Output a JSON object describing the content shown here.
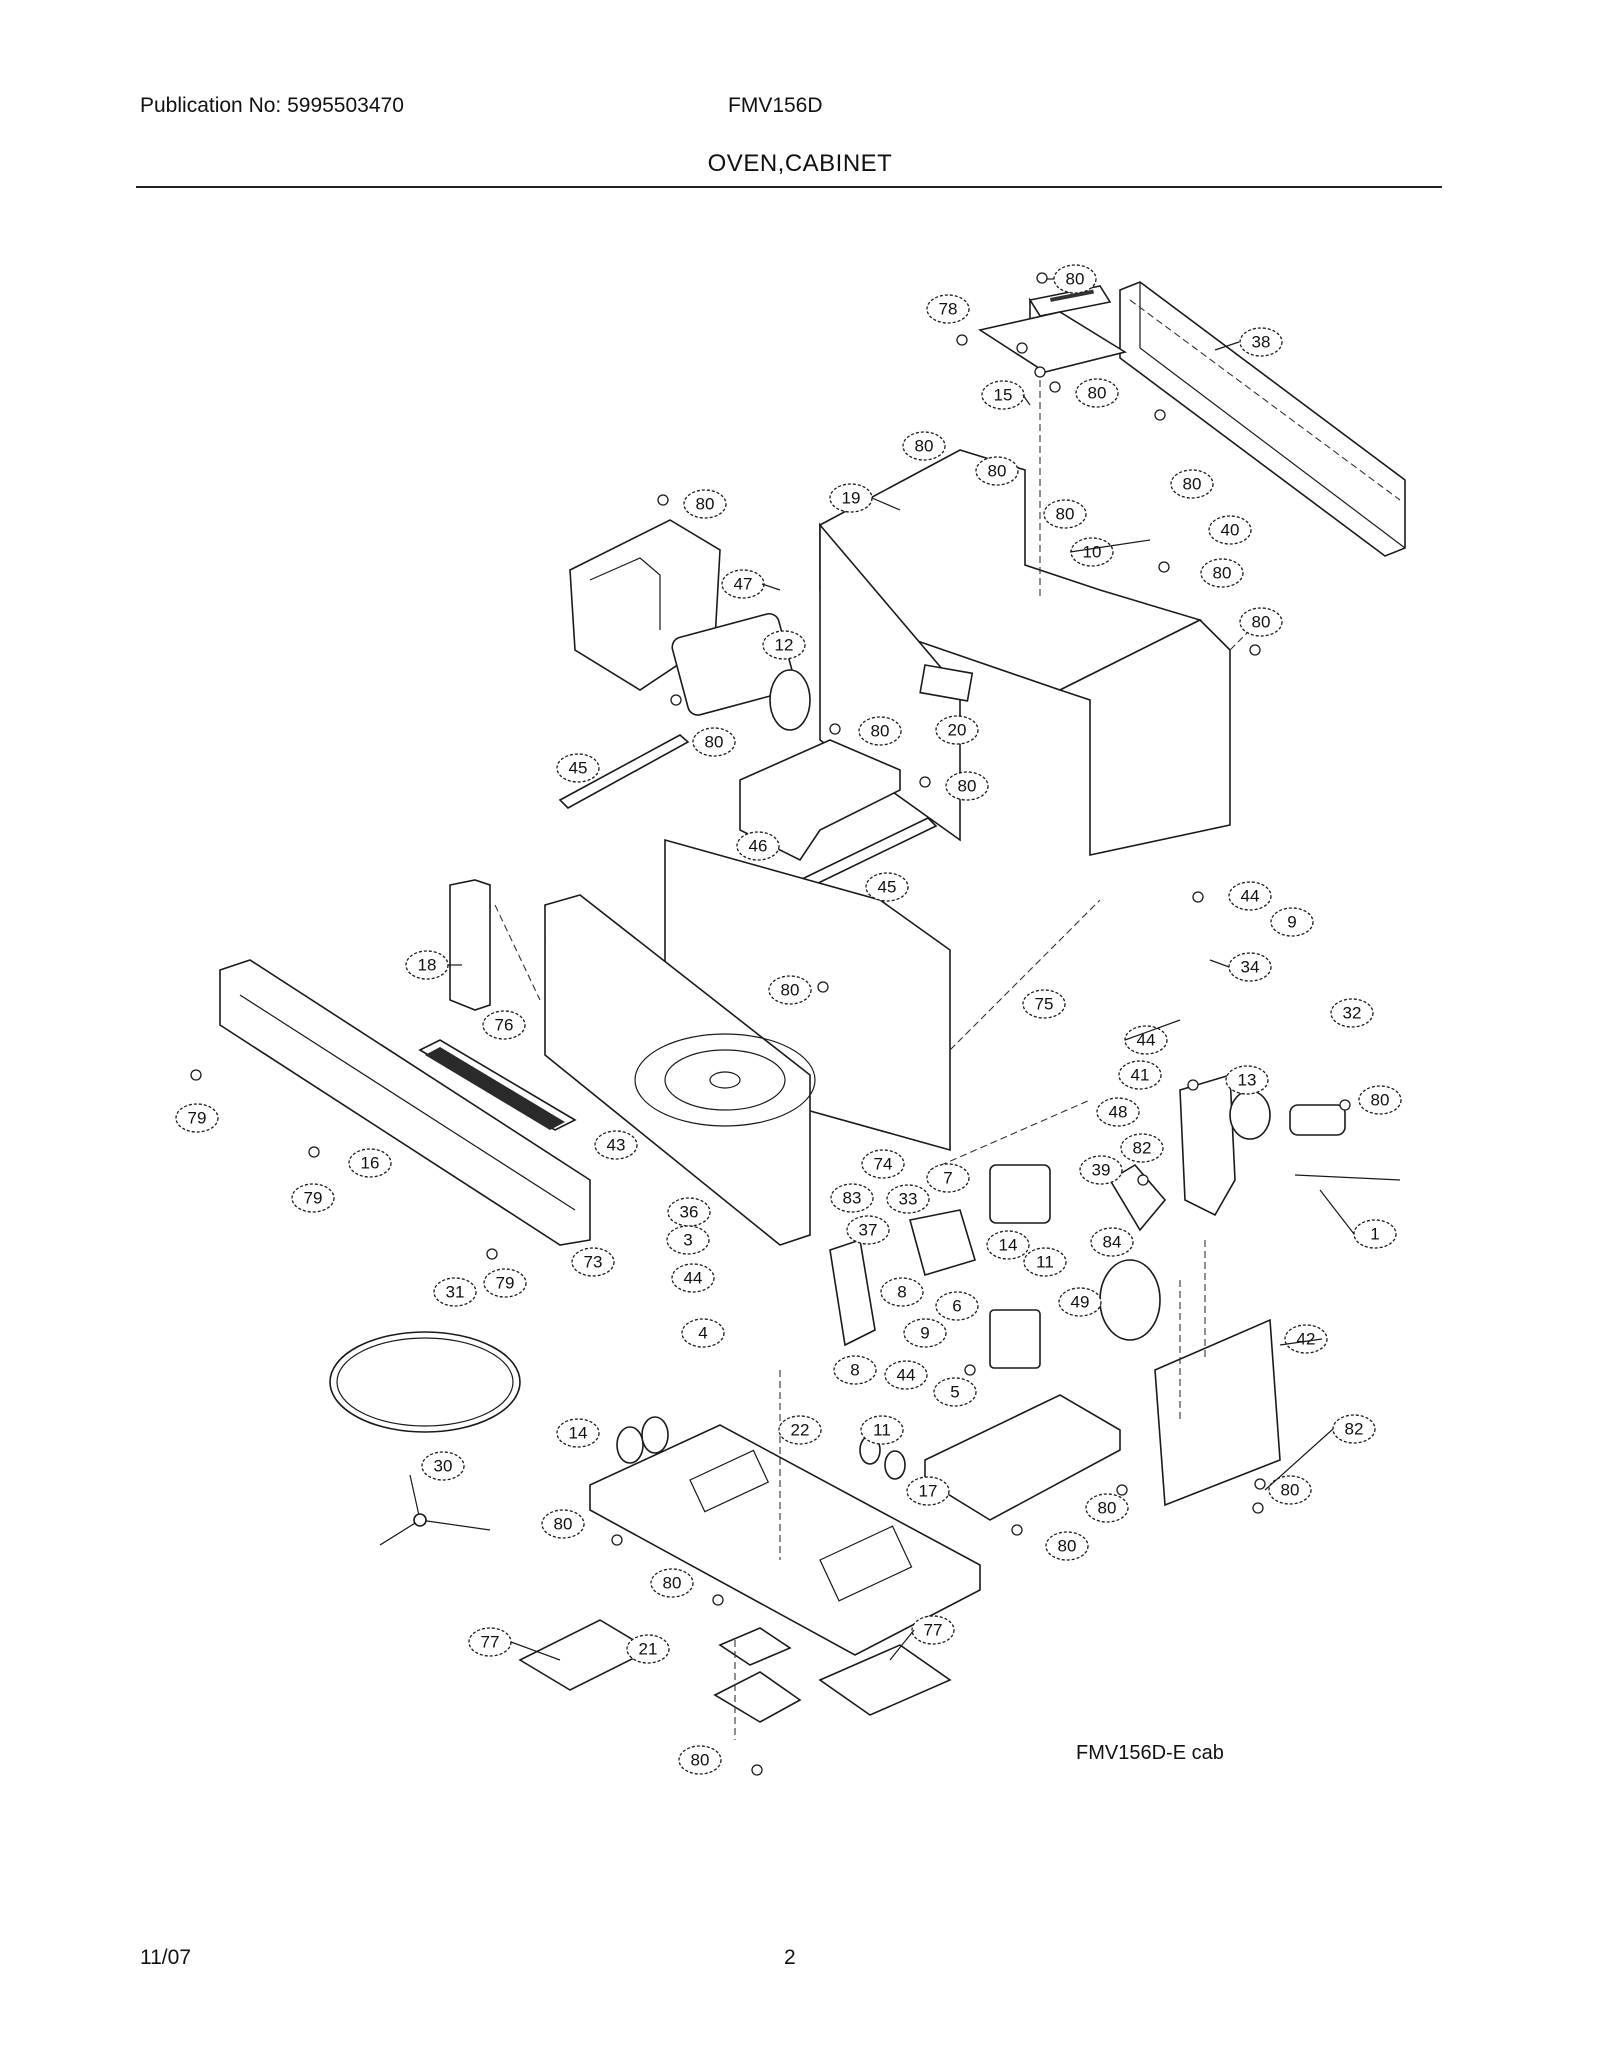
{
  "header": {
    "publication": "Publication No: 5995503470",
    "model": "FMV156D",
    "title": "OVEN,CABINET"
  },
  "footer": {
    "date": "11/07",
    "page": "2"
  },
  "diagram": {
    "caption": "FMV156D-E cab",
    "callouts": [
      {
        "label": "80"
      },
      {
        "label": "78"
      },
      {
        "label": "38"
      },
      {
        "label": "15"
      },
      {
        "label": "80"
      },
      {
        "label": "80"
      },
      {
        "label": "80"
      },
      {
        "label": "80"
      },
      {
        "label": "80"
      },
      {
        "label": "19"
      },
      {
        "label": "80"
      },
      {
        "label": "40"
      },
      {
        "label": "10"
      },
      {
        "label": "80"
      },
      {
        "label": "80"
      },
      {
        "label": "47"
      },
      {
        "label": "12"
      },
      {
        "label": "80"
      },
      {
        "label": "20"
      },
      {
        "label": "80"
      },
      {
        "label": "45"
      },
      {
        "label": "80"
      },
      {
        "label": "46"
      },
      {
        "label": "45"
      },
      {
        "label": "44"
      },
      {
        "label": "9"
      },
      {
        "label": "18"
      },
      {
        "label": "34"
      },
      {
        "label": "80"
      },
      {
        "label": "75"
      },
      {
        "label": "32"
      },
      {
        "label": "76"
      },
      {
        "label": "44"
      },
      {
        "label": "41"
      },
      {
        "label": "13"
      },
      {
        "label": "80"
      },
      {
        "label": "48"
      },
      {
        "label": "79"
      },
      {
        "label": "16"
      },
      {
        "label": "43"
      },
      {
        "label": "74"
      },
      {
        "label": "82"
      },
      {
        "label": "39"
      },
      {
        "label": "7"
      },
      {
        "label": "79"
      },
      {
        "label": "83"
      },
      {
        "label": "33"
      },
      {
        "label": "36"
      },
      {
        "label": "37"
      },
      {
        "label": "84"
      },
      {
        "label": "1"
      },
      {
        "label": "3"
      },
      {
        "label": "14"
      },
      {
        "label": "11"
      },
      {
        "label": "73"
      },
      {
        "label": "79"
      },
      {
        "label": "44"
      },
      {
        "label": "31"
      },
      {
        "label": "8"
      },
      {
        "label": "6"
      },
      {
        "label": "49"
      },
      {
        "label": "4"
      },
      {
        "label": "9"
      },
      {
        "label": "42"
      },
      {
        "label": "8"
      },
      {
        "label": "44"
      },
      {
        "label": "5"
      },
      {
        "label": "14"
      },
      {
        "label": "22"
      },
      {
        "label": "11"
      },
      {
        "label": "82"
      },
      {
        "label": "30"
      },
      {
        "label": "17"
      },
      {
        "label": "80"
      },
      {
        "label": "80"
      },
      {
        "label": "80"
      },
      {
        "label": "80"
      },
      {
        "label": "80"
      },
      {
        "label": "77"
      },
      {
        "label": "77"
      },
      {
        "label": "21"
      },
      {
        "label": "80"
      }
    ]
  }
}
